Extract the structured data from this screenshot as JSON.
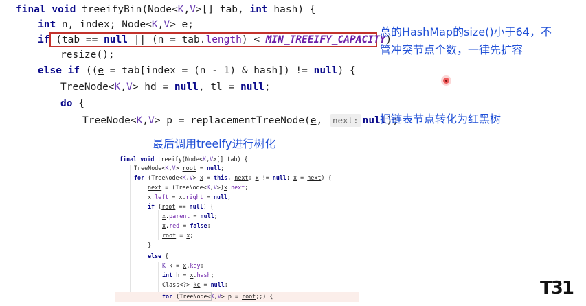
{
  "treeify_bin": {
    "l1": {
      "kw": "final void",
      "sig": " treeifyBin(Node<",
      "k": "K",
      "comma": ",",
      "v": "V",
      "rest": ">[] tab, ",
      "int_kw": "int",
      "end": " hash) {"
    },
    "l2": {
      "int_kw": "int",
      "rest1": " n, index; Node<",
      "k": "K",
      "comma": ",",
      "v": "V",
      "rest2": "> e;"
    },
    "l3": {
      "if_kw": "if",
      "p1": " (tab == ",
      "null_kw": "null",
      "p2": " || (n = tab.",
      "length": "length",
      "p3": ") < ",
      "const": "MIN_TREEIFY_CAPACITY",
      "p4": ")"
    },
    "l4": {
      "text": "resize();"
    },
    "l5": {
      "else_kw": "else",
      "if_kw": " if",
      "p1": " ((",
      "e": "e",
      "p2": " = tab[index = (n - 1) & hash]) != ",
      "null_kw": "null",
      "p3": ") {"
    },
    "l6": {
      "p1": "TreeNode<",
      "k": "K",
      "comma": ",",
      "v": "V",
      "p2": "> ",
      "hd": "hd",
      "p3": " = ",
      "null1": "null",
      "p4": ", ",
      "tl": "tl",
      "p5": " = ",
      "null2": "null",
      "p6": ";"
    },
    "l7": {
      "do_kw": "do",
      "p1": " {"
    },
    "l8": {
      "p1": "TreeNode<",
      "k": "K",
      "comma": ",",
      "v": "V",
      "p2": "> p = replacementTreeNode(",
      "e": "e",
      "p3": ", ",
      "hint": "next:",
      "null_kw": "null",
      "p4": ");"
    }
  },
  "annotations": {
    "note1_line1": "总的HashMap的size()小于64，不",
    "note1_line2": "管冲突节点个数，一律先扩容",
    "note2": "把链表节点转化为红黑树",
    "note3": "最后调用treeify进行树化"
  },
  "treeify": {
    "l1": {
      "kw": "final void",
      "p1": " treeify(Node<",
      "k": "K",
      "comma": ",",
      "v": "V",
      "p2": ">[] tab) {"
    },
    "l2": {
      "p1": "TreeNode<",
      "k": "K",
      "comma": ",",
      "v": "V",
      "p2": "> ",
      "root": "root",
      "p3": " = ",
      "null_kw": "null",
      "p4": ";"
    },
    "l3": {
      "for_kw": "for",
      "p1": " (TreeNode<",
      "k": "K",
      "comma": ",",
      "v": "V",
      "p2": "> ",
      "x1": "x",
      "p3": " = ",
      "this_kw": "this",
      "p4": ", ",
      "next1": "next",
      "p5": "; ",
      "x2": "x",
      "p6": " != ",
      "null_kw": "null",
      "p7": "; ",
      "x3": "x",
      "p8": " = ",
      "next2": "next",
      "p9": ") {"
    },
    "l4": {
      "next": "next",
      "p1": " = (TreeNode<",
      "k": "K",
      "comma": ",",
      "v": "V",
      "p2": ">)",
      "x": "x",
      "p3": ".",
      "fnext": "next",
      "p4": ";"
    },
    "l5": {
      "x1": "x",
      "p1": ".",
      "left": "left",
      "p2": " = ",
      "x2": "x",
      "p3": ".",
      "right": "right",
      "p4": " = ",
      "null_kw": "null",
      "p5": ";"
    },
    "l6": {
      "if_kw": "if",
      "p1": " (",
      "root": "root",
      "p2": " == ",
      "null_kw": "null",
      "p3": ") {"
    },
    "l7": {
      "x": "x",
      "p1": ".",
      "parent": "parent",
      "p2": " = ",
      "null_kw": "null",
      "p3": ";"
    },
    "l8": {
      "x": "x",
      "p1": ".",
      "red": "red",
      "p2": " = ",
      "false_kw": "false",
      "p3": ";"
    },
    "l9": {
      "root": "root",
      "p1": " = ",
      "x": "x",
      "p2": ";"
    },
    "l10": {
      "text": "}"
    },
    "l11": {
      "else_kw": "else",
      "p1": " {"
    },
    "l12": {
      "k": "K",
      "p1": " k = ",
      "x": "x",
      "p2": ".",
      "key": "key",
      "p3": ";"
    },
    "l13": {
      "int_kw": "int",
      "p1": " h = ",
      "x": "x",
      "p2": ".",
      "hash": "hash",
      "p3": ";"
    },
    "l14": {
      "p1": "Class<?> ",
      "kc": "kc",
      "p2": " = ",
      "null_kw": "null",
      "p3": ";"
    },
    "l15": {
      "for_kw": "for",
      "p1": " (",
      "p2": "TreeNode<",
      "k": "K",
      "comma": ",",
      "v": "V",
      "p3": "> p = ",
      "root": "root",
      "p4": ";;",
      "p5": ") {"
    }
  },
  "logo": {
    "text": "T31"
  },
  "colors": {
    "highlight_border": "#c3322c",
    "annotation": "#1f4fd6",
    "keyword": "#0a0a8a",
    "type_param": "#6c3fb2",
    "field": "#6b1fa8"
  }
}
